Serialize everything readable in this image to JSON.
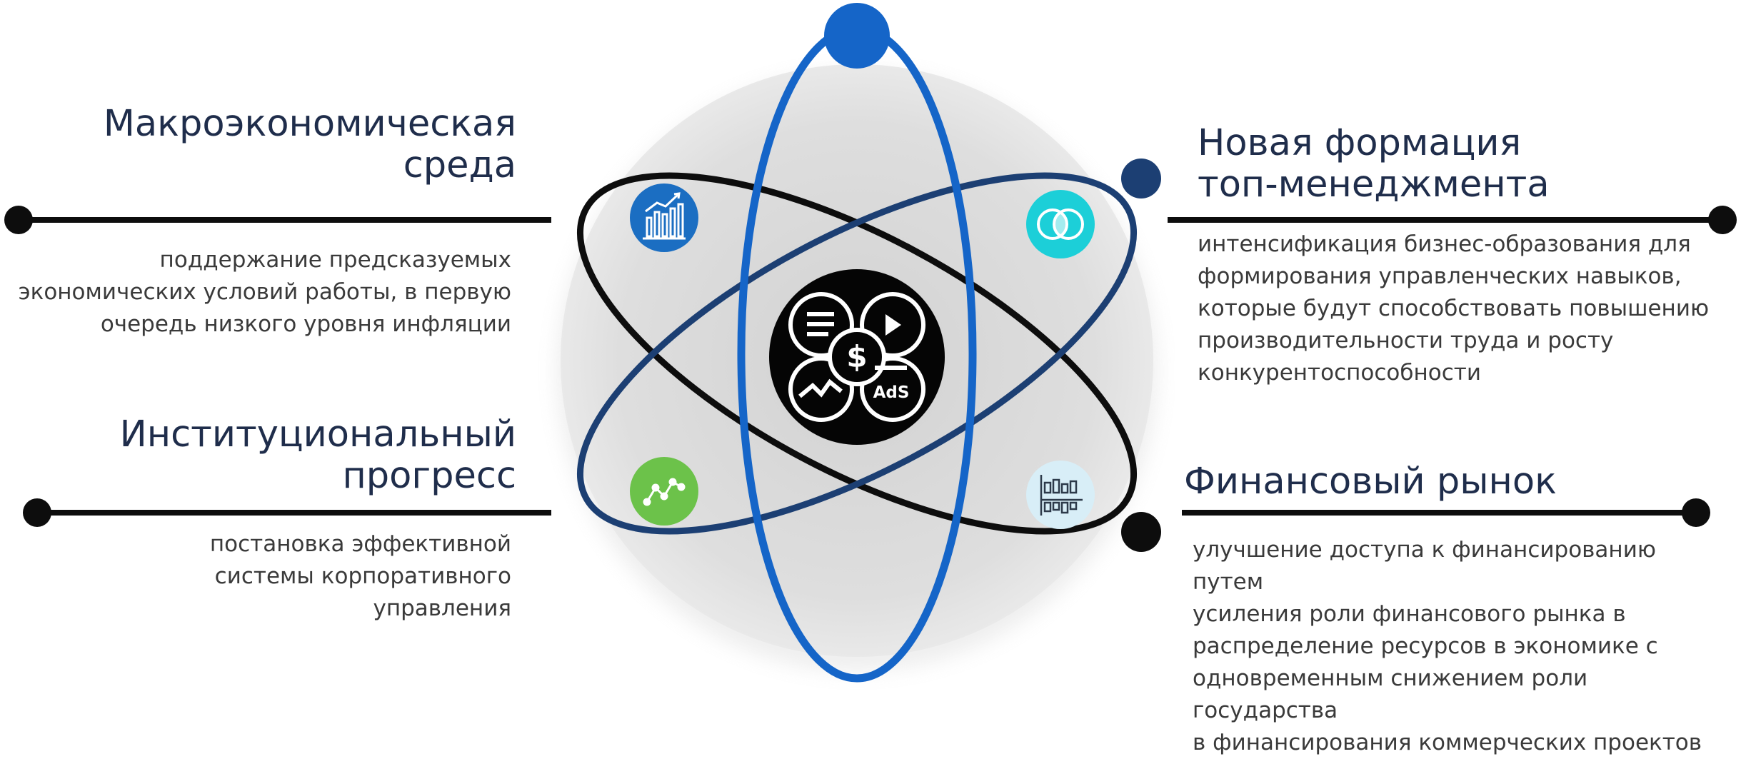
{
  "center": {
    "icon": "marketing-services-icon",
    "badge_text": "AdS"
  },
  "colors": {
    "orbit_blue": "#1565c8",
    "orbit_navy": "#1c3f73",
    "orbit_black": "#0d0d0d",
    "halo": "#e0e0e0",
    "title": "#1f2d4b",
    "desc": "#3a3a3a"
  },
  "blocks": {
    "macro": {
      "title": "Макроэкономическая\nсреда",
      "description": "поддержание предсказуемых\nэкономических условий работы, в первую\nочередь низкого уровня инфляции",
      "icon": "bar-chart-growth-icon",
      "icon_color": "#1b6ec2"
    },
    "management": {
      "title": "Новая формация\nтоп-менеджмента",
      "description": "интенсификация бизнес-образования для\nформирования управленческих навыков,\nкоторые будут способствовать повышению\nпроизводительности труда и росту\nконкурентоспособности",
      "icon": "overlapping-circles-icon",
      "icon_color": "#1ccfd8"
    },
    "institutional": {
      "title": "Институциональный\nпрогресс",
      "description": "постановка эффективной\nсистемы корпоративного\nуправления",
      "icon": "line-chart-icon",
      "icon_color": "#6cc24a"
    },
    "financial": {
      "title": "Финансовый рынок",
      "description": "улучшение доступа к финансированию путем\nусиления роли финансового рынка в\nраспределение ресурсов в экономике с\nодновременным снижением роли государства\nв финансирования коммерческих проектов",
      "icon": "column-chart-icon",
      "icon_color": "#d8eef7"
    }
  }
}
